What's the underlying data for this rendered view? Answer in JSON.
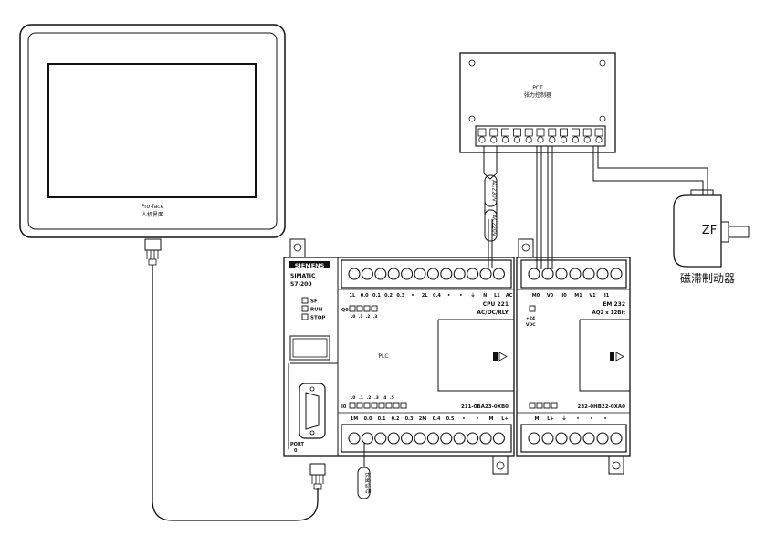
{
  "hmi": {
    "brand": "Pro-face",
    "label": "人机界面"
  },
  "pct": {
    "title": "PCT",
    "subtitle": "张力控制器"
  },
  "brake": {
    "code": "ZF",
    "label": "磁滞制动器"
  },
  "tags": {
    "ac_a": "AC220V",
    "ac_b": "AC220V",
    "sensor": "长度信号"
  },
  "cpu": {
    "brand": "SIEMENS",
    "model_line1": "SIMATIC",
    "model_line2": "S7-200",
    "status_leds": [
      "SF",
      "RUN",
      "STOP"
    ],
    "top_terminals": [
      "1L",
      "0.0",
      "0.1",
      "0.2",
      "0.3",
      "•",
      "2L",
      "0.4",
      "•",
      "•",
      "⏚",
      "N",
      "L1",
      "AC"
    ],
    "output_header": "Q0",
    "output_bits": [
      ".0",
      ".1",
      ".2",
      ".3"
    ],
    "name": "CPU 221",
    "type": "AC/DC/RLY",
    "center_label": "PLC",
    "input_header": "I0",
    "input_bits": [
      ".0",
      ".1",
      ".2",
      ".3",
      ".4",
      ".5"
    ],
    "order_no": "211-0BA23-0XB0",
    "bottom_terminals": [
      "1M",
      "0.0",
      "0.1",
      "0.2",
      "0.3",
      "2M",
      "0.4",
      "0.5",
      "•",
      "•",
      "M",
      "L+"
    ],
    "port_label_1": "PORT",
    "port_label_2": "0"
  },
  "em": {
    "top_terminals": [
      "M0",
      "V0",
      "I0",
      "M1",
      "V1",
      "I1"
    ],
    "name": "EM 232",
    "spec": "AQ2 x 12Bit",
    "supply_1": "+24",
    "supply_2": "VDC",
    "order_no": "232-0HB22-0XA0",
    "bottom_terminals": [
      "M",
      "L+",
      "⏚",
      "•",
      "•",
      "•"
    ]
  }
}
